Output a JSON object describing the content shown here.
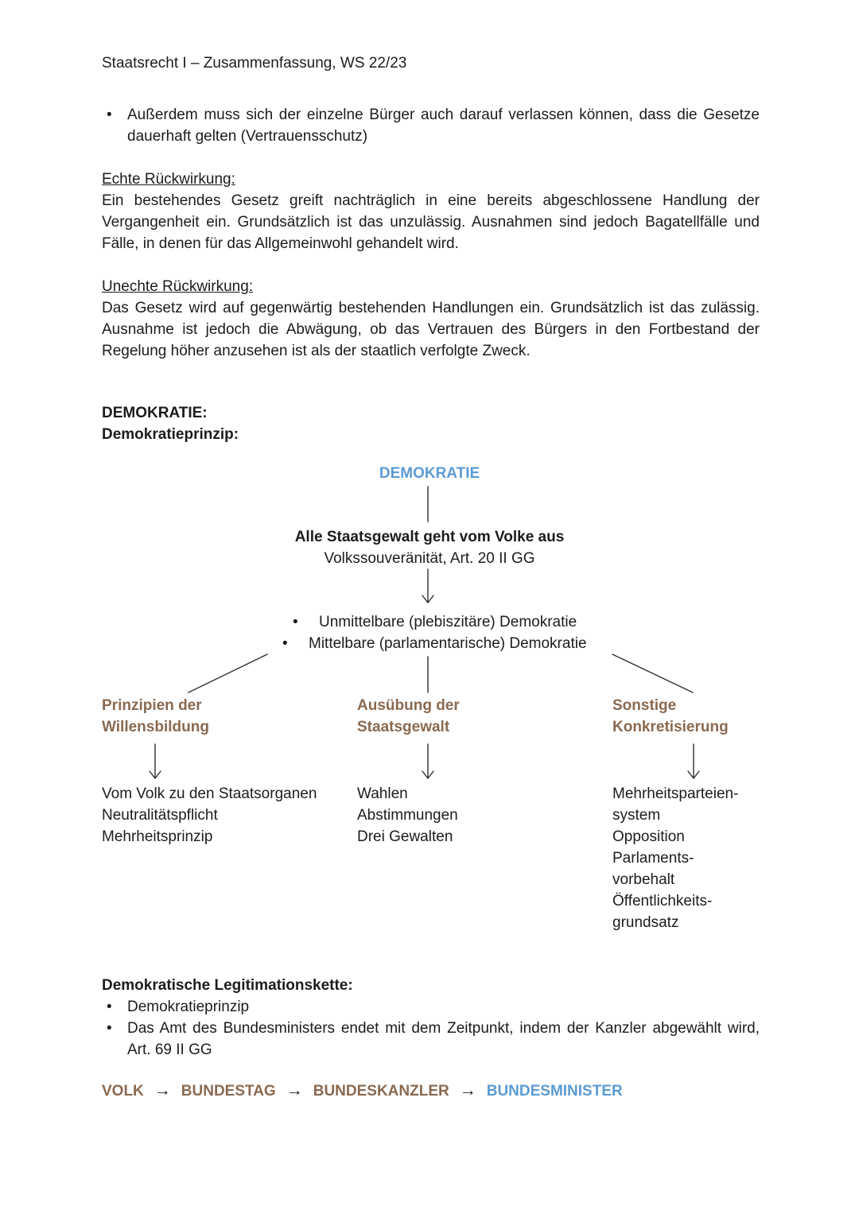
{
  "header": {
    "title": "Staatsrecht I – Zusammenfassung, WS 22/23"
  },
  "intro": {
    "bullet": "•",
    "text": "Außerdem muss sich der einzelne Bürger auch darauf verlassen können, dass die Gesetze dauerhaft gelten (Vertrauensschutz)"
  },
  "echte_rueckwirkung": {
    "heading": "Echte Rückwirkung:",
    "body": "Ein bestehendes Gesetz greift nachträglich in eine bereits abgeschlossene Handlung der Vergangenheit ein. Grundsätzlich ist das unzulässig. Ausnahmen sind jedoch Bagatellfälle und Fälle, in denen für das Allgemeinwohl gehandelt wird."
  },
  "unechte_rueckwirkung": {
    "heading": "Unechte Rückwirkung:",
    "body": "Das Gesetz wird auf gegenwärtig bestehenden Handlungen ein. Grundsätzlich ist das zulässig. Ausnahme ist jedoch die Abwägung, ob das Vertrauen des Bürgers in den Fortbestand der Regelung höher anzusehen ist als der staatlich verfolgte Zweck."
  },
  "demokratie": {
    "section_heading": "DEMOKRATIE:",
    "subsection_heading": "Demokratieprinzip:"
  },
  "diagram": {
    "title": "DEMOKRATIE",
    "principle_bold": "Alle Staatsgewalt geht vom Volke aus",
    "principle_source": "Volkssouveränität, Art. 20 II GG",
    "bullet": "•",
    "bullets": [
      "Unmittelbare (plebiszitäre) Demokratie",
      "Mittelbare (parlamentarische) Demokratie"
    ],
    "columns": [
      {
        "heading": [
          "Prinzipien der",
          "Willensbildung"
        ],
        "items": [
          "Vom Volk zu den Staatsorganen",
          "Neutralitätspflicht",
          "Mehrheitsprinzip"
        ]
      },
      {
        "heading": [
          "Ausübung der",
          "Staatsgewalt"
        ],
        "items": [
          "Wahlen",
          "Abstimmungen",
          "Drei Gewalten"
        ]
      },
      {
        "heading": [
          "Sonstige",
          "Konkretisierung"
        ],
        "items": [
          "Mehrheitsparteien-",
          "system",
          "Opposition",
          "Parlaments-",
          "vorbehalt",
          "Öffentlichkeits-",
          "grundsatz"
        ]
      }
    ]
  },
  "legitimationskette": {
    "heading": "Demokratische Legitimationskette:",
    "bullet": "•",
    "bullets": [
      "Demokratieprinzip",
      "Das Amt des Bundesministers endet mit dem Zeitpunkt, indem der Kanzler abgewählt wird, Art. 69 II GG"
    ]
  },
  "chain": {
    "arrow": "→",
    "items": [
      {
        "label": "VOLK",
        "color": "#8a6950"
      },
      {
        "label": "BUNDESTAG",
        "color": "#8a6950"
      },
      {
        "label": "BUNDESKANZLER",
        "color": "#8a6950"
      },
      {
        "label": "BUNDESMINISTER",
        "color": "#5b9bd5"
      }
    ]
  },
  "colors": {
    "brown": "#8a6950",
    "blue": "#5b9bd5",
    "text": "#1c1c1c",
    "line": "#2f2f2f",
    "background": "#ffffff"
  }
}
